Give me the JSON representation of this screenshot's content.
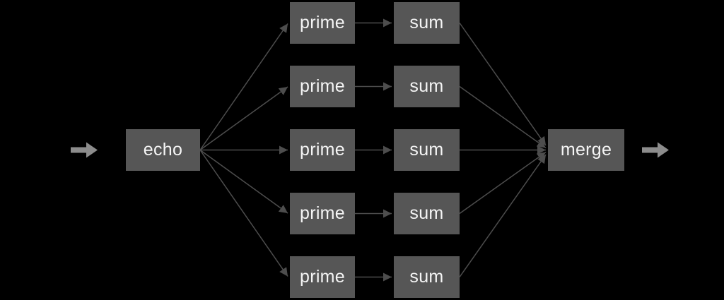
{
  "diagram": {
    "nodes": {
      "echo": "echo",
      "merge": "merge",
      "branches": [
        {
          "prime": "prime",
          "sum": "sum"
        },
        {
          "prime": "prime",
          "sum": "sum"
        },
        {
          "prime": "prime",
          "sum": "sum"
        },
        {
          "prime": "prime",
          "sum": "sum"
        },
        {
          "prime": "prime",
          "sum": "sum"
        }
      ]
    },
    "icons": {
      "input_arrow": "right-arrow",
      "output_arrow": "right-arrow"
    },
    "colors": {
      "background": "#000000",
      "node_fill": "#565656",
      "node_text": "#f5f5f5",
      "edge": "#4d4d4d",
      "io_arrow": "#8c8c8c"
    }
  }
}
